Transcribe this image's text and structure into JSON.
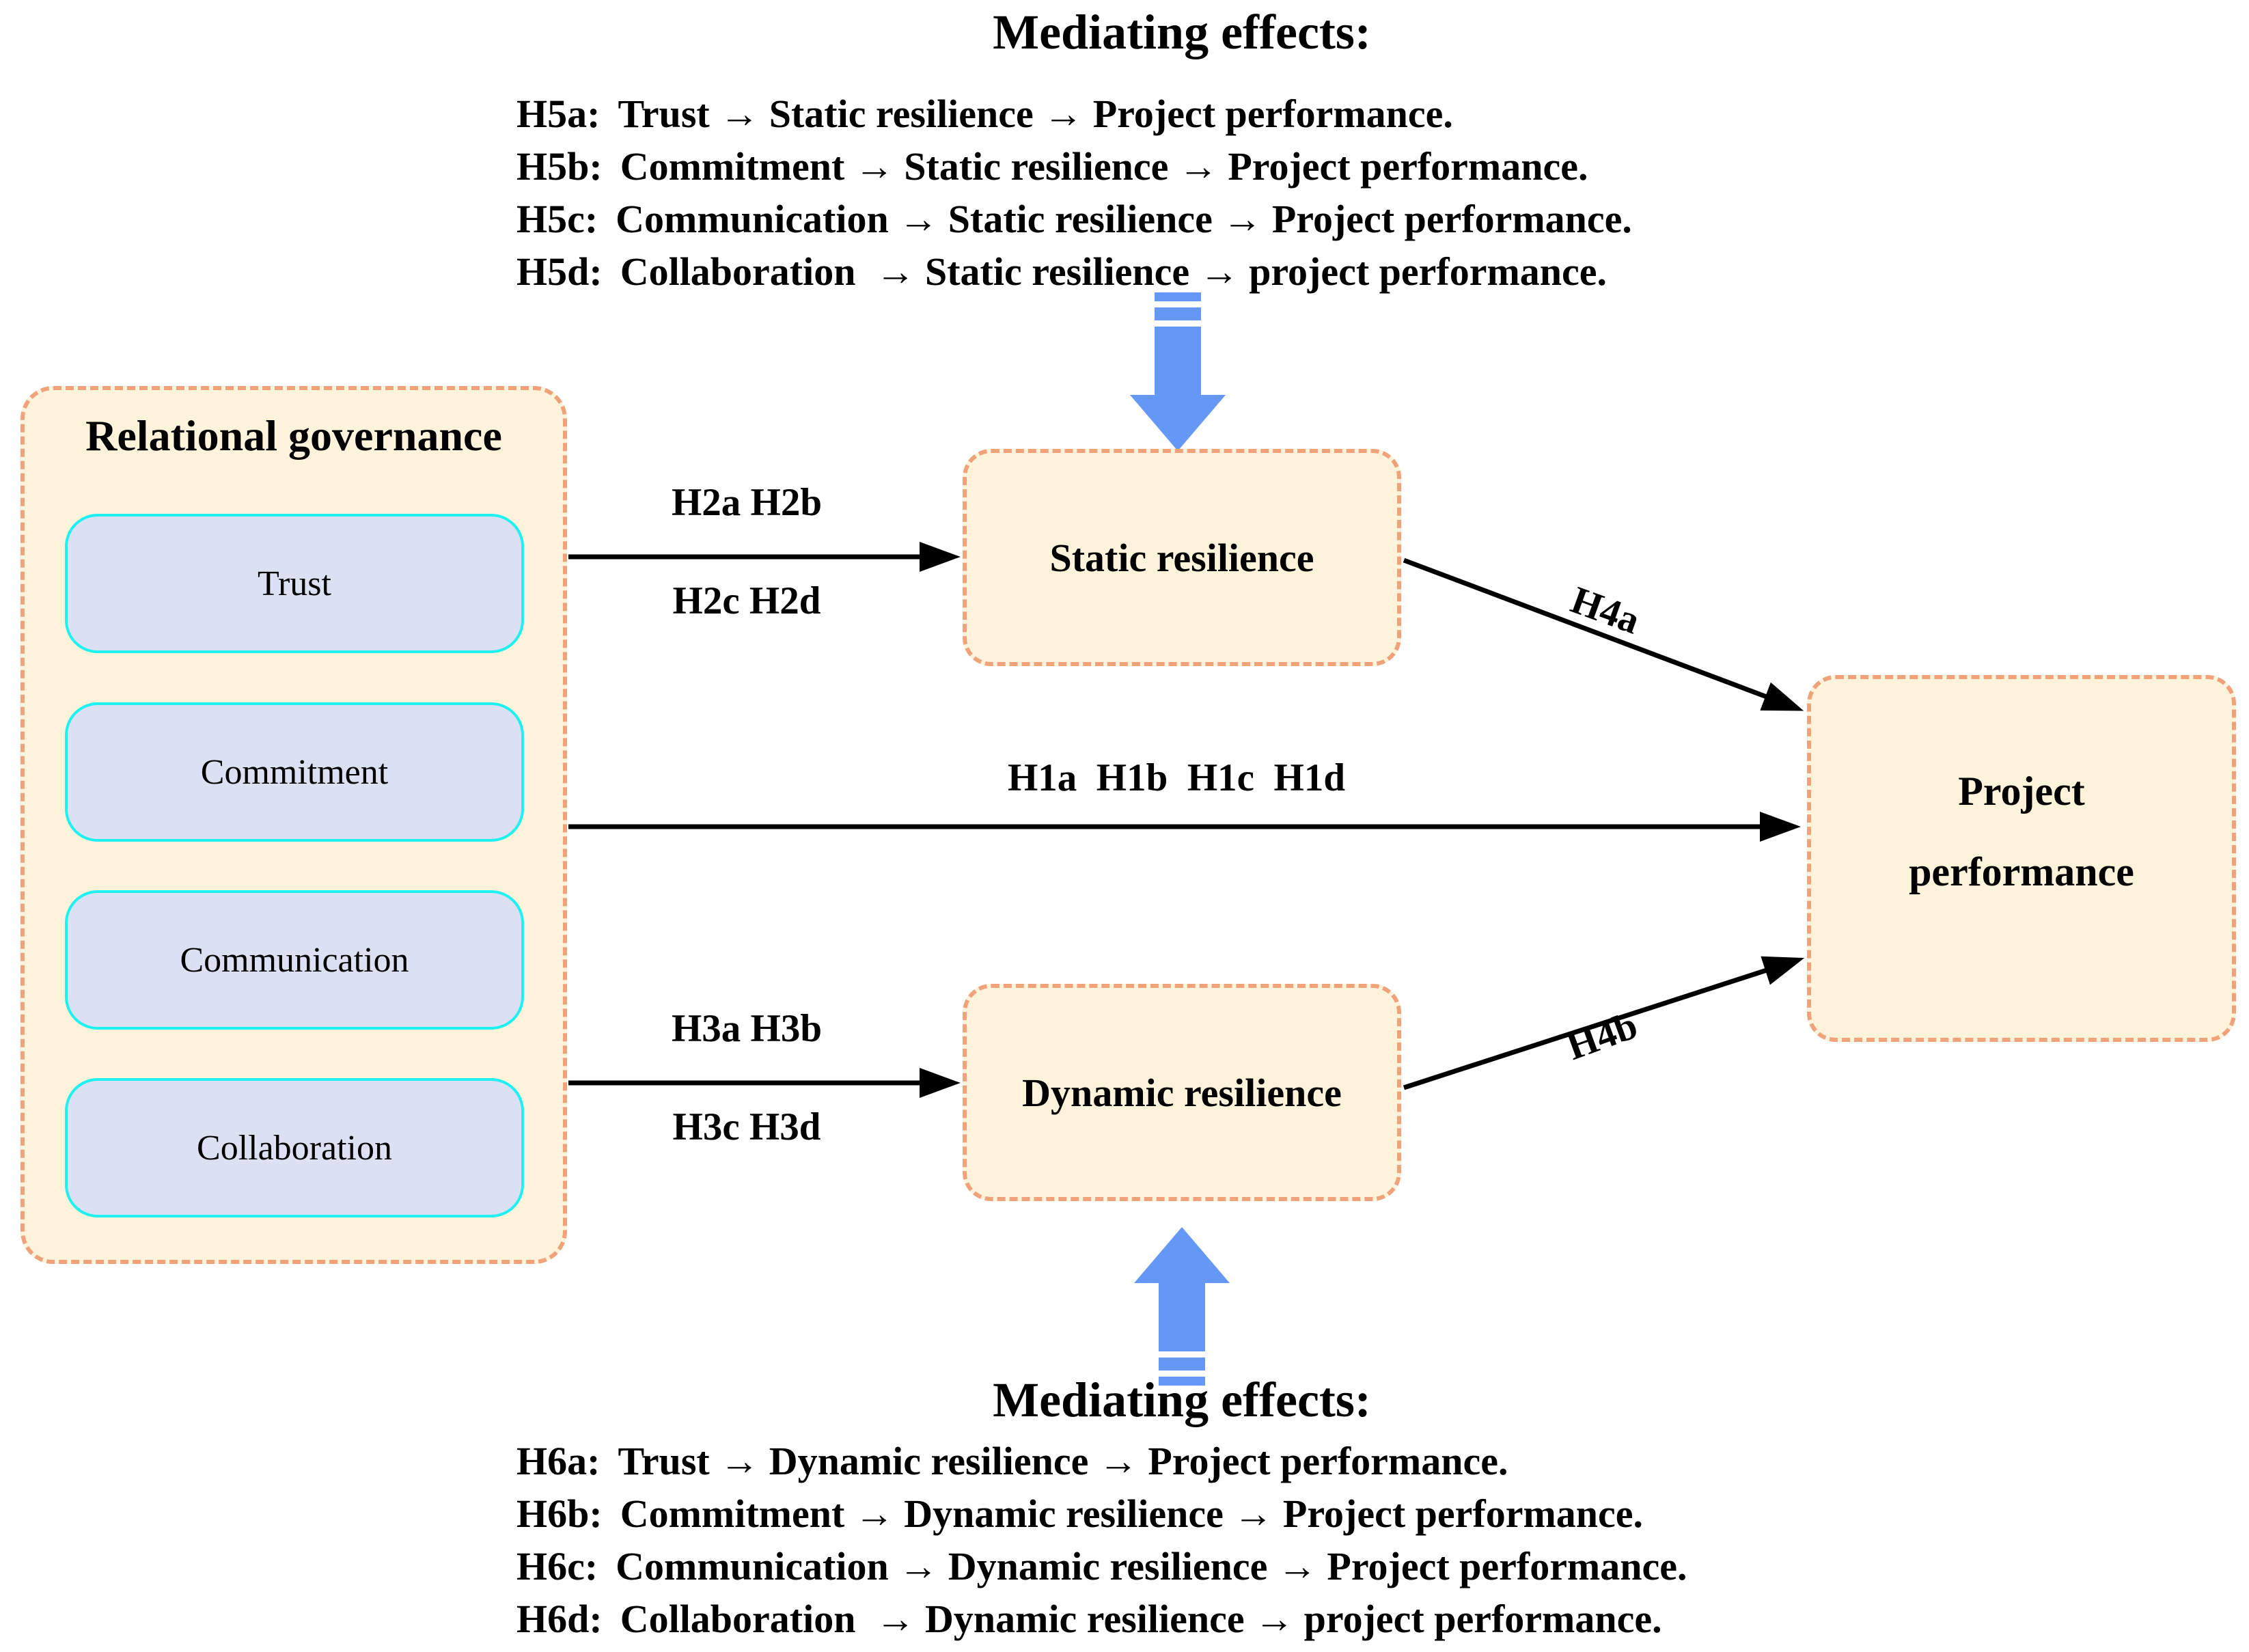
{
  "top_mediating": {
    "heading": "Mediating effects:",
    "items": [
      {
        "tag": "H5a:",
        "text": "Trust → Static resilience → Project performance."
      },
      {
        "tag": "H5b:",
        "text": "Commitment → Static resilience → Project performance."
      },
      {
        "tag": "H5c:",
        "text": "Communication → Static resilience → Project performance."
      },
      {
        "tag": "H5d:",
        "text": "Collaboration  → Static resilience → project performance."
      }
    ]
  },
  "bottom_mediating": {
    "heading": "Mediating effects:",
    "items": [
      {
        "tag": "H6a:",
        "text": "Trust → Dynamic resilience → Project performance."
      },
      {
        "tag": "H6b:",
        "text": "Commitment → Dynamic resilience → Project performance."
      },
      {
        "tag": "H6c:",
        "text": "Communication → Dynamic resilience → Project performance."
      },
      {
        "tag": "H6d:",
        "text": "Collaboration  → Dynamic resilience → project performance."
      }
    ]
  },
  "relational_governance": {
    "title": "Relational governance",
    "factors": [
      "Trust",
      "Commitment",
      "Communication",
      "Collaboration"
    ]
  },
  "mediators": {
    "static": "Static resilience",
    "dynamic": "Dynamic resilience"
  },
  "outcome": {
    "line1": "Project",
    "line2": "performance"
  },
  "path_labels": {
    "h2_top": "H2a H2b",
    "h2_bottom": "H2c H2d",
    "h1": "H1a  H1b  H1c  H1d",
    "h3_top": "H3a H3b",
    "h3_bottom": "H3c H3d",
    "h4a": "H4a",
    "h4b": "H4b"
  },
  "colors": {
    "panel_fill": "#fdf3da",
    "panel_border": "#f0a27a",
    "factor_fill": "#dbe1f2",
    "factor_border": "#1ff0f0",
    "mediation_arrow": "#6597f6",
    "line": "#000000"
  }
}
